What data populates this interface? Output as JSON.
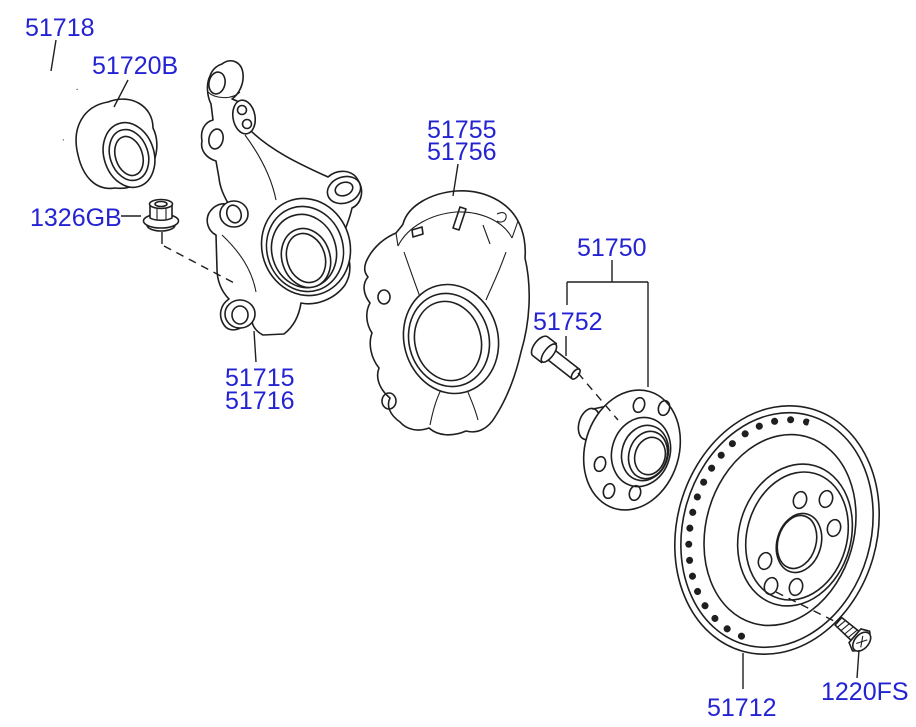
{
  "diagram": {
    "type": "exploded-parts-diagram",
    "colors": {
      "part_link": "#2323d3",
      "line_art": "#1f1f1f",
      "background": "#ffffff"
    },
    "parts": {
      "snap_ring": {
        "number": "51718"
      },
      "wheel_bearing": {
        "number": "51720B"
      },
      "lock_nut": {
        "number": "1326GB"
      },
      "knuckle": {
        "numbers": [
          "51715",
          "51716"
        ]
      },
      "dust_cover": {
        "numbers": [
          "51755",
          "51756"
        ]
      },
      "hub_assembly": {
        "number": "51750"
      },
      "hub_bolt": {
        "number": "51752"
      },
      "brake_disc": {
        "number": "51712"
      },
      "disc_screw": {
        "number": "1220FS"
      }
    }
  }
}
